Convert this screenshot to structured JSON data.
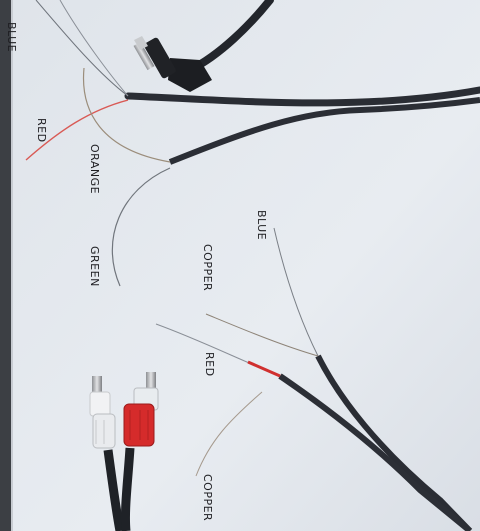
{
  "labels": {
    "blue_top": "BLUE",
    "red_left": "RED",
    "orange": "ORANGE",
    "green": "GREEN",
    "blue_right": "BLUE",
    "copper_middle": "COPPER",
    "red_right": "RED",
    "copper_bottom": "COPPER"
  },
  "colors": {
    "paper": "#e7ebf0",
    "background": "#3c3f44",
    "cable": "#2a2d34",
    "red_insulation": "#d0302f",
    "white_insulation": "#eef0f2",
    "red_wire": "#d95a55",
    "copper_wire": "#9a8f85",
    "metal": "#b9bbbe"
  },
  "objects": {
    "jack": "3.5mm-right-angle-audio-plug",
    "rca_plugs": [
      "white-rca-plug",
      "red-rca-plug"
    ]
  }
}
